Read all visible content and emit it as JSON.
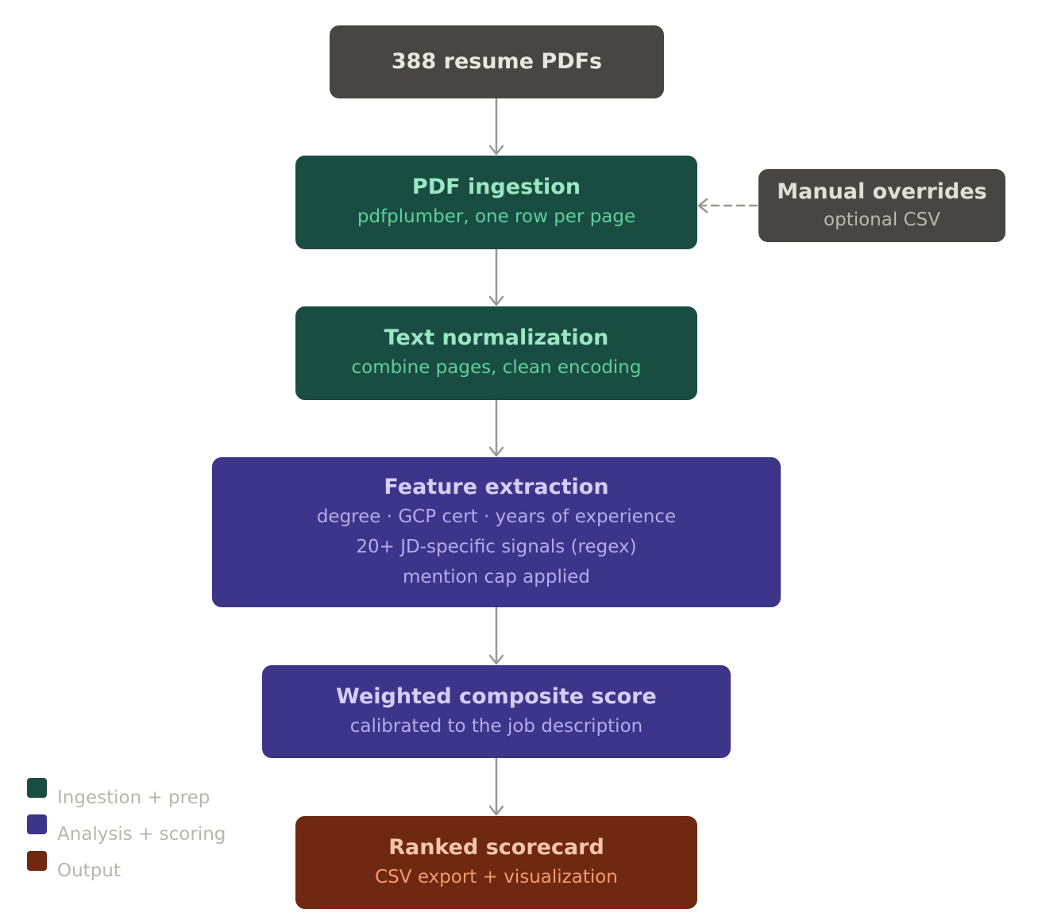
{
  "nodes": {
    "pdfs": {
      "title": "388 resume PDFs"
    },
    "ingestion": {
      "title": "PDF ingestion",
      "subtitle": "pdfplumber, one row per page"
    },
    "normalization": {
      "title": "Text normalization",
      "subtitle": "combine pages, clean encoding"
    },
    "features": {
      "title": "Feature extraction",
      "lines": [
        "degree · GCP cert · years of experience",
        "20+ JD-specific signals (regex)",
        "mention cap applied"
      ]
    },
    "score": {
      "title": "Weighted composite score",
      "subtitle": "calibrated to the job description"
    },
    "ranked": {
      "title": "Ranked scorecard",
      "subtitle": "CSV export + visualization"
    },
    "manual": {
      "title": "Manual overrides",
      "subtitle": "optional CSV"
    }
  },
  "legend": [
    {
      "label": "Ingestion + prep",
      "color": "#1a4d41"
    },
    {
      "label": "Analysis + scoring",
      "color": "#3d3589"
    },
    {
      "label": "Output",
      "color": "#6e2910"
    }
  ],
  "colors": {
    "connector": "#9a9893",
    "source": "#474643",
    "prep": "#1a4d41",
    "analysis": "#3d3589",
    "output": "#6e2910"
  }
}
